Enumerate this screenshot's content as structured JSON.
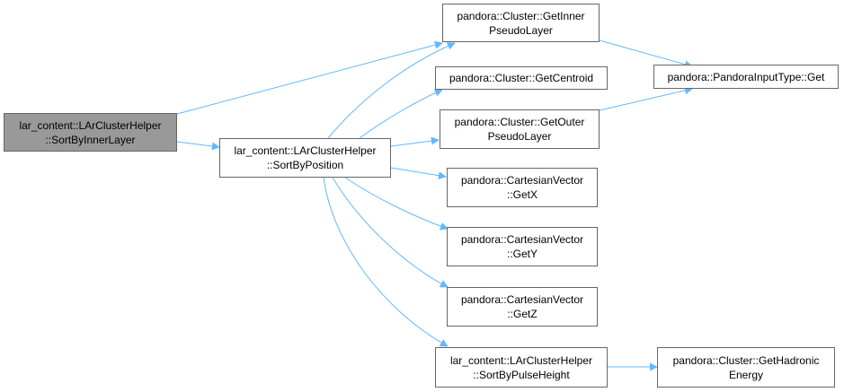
{
  "nodes": {
    "sort_by_inner_layer": {
      "lines": [
        "lar_content::LArClusterHelper",
        "::SortByInnerLayer"
      ],
      "highlighted": true
    },
    "sort_by_position": {
      "lines": [
        "lar_content::LArClusterHelper",
        "::SortByPosition"
      ]
    },
    "get_inner_pseudo_layer": {
      "lines": [
        "pandora::Cluster::GetInner",
        "PseudoLayer"
      ]
    },
    "get_centroid": {
      "lines": [
        "pandora::Cluster::GetCentroid"
      ]
    },
    "get_outer_pseudo_layer": {
      "lines": [
        "pandora::Cluster::GetOuter",
        "PseudoLayer"
      ]
    },
    "get_x": {
      "lines": [
        "pandora::CartesianVector",
        "::GetX"
      ]
    },
    "get_y": {
      "lines": [
        "pandora::CartesianVector",
        "::GetY"
      ]
    },
    "get_z": {
      "lines": [
        "pandora::CartesianVector",
        "::GetZ"
      ]
    },
    "sort_by_pulse_height": {
      "lines": [
        "lar_content::LArClusterHelper",
        "::SortByPulseHeight"
      ]
    },
    "pandora_input_type_get": {
      "lines": [
        "pandora::PandoraInputType::Get"
      ]
    },
    "get_hadronic_energy": {
      "lines": [
        "pandora::Cluster::GetHadronic",
        "Energy"
      ]
    }
  },
  "colors": {
    "edge": "#63b8ff",
    "root_fill": "#999999",
    "node_border": "#666666"
  }
}
